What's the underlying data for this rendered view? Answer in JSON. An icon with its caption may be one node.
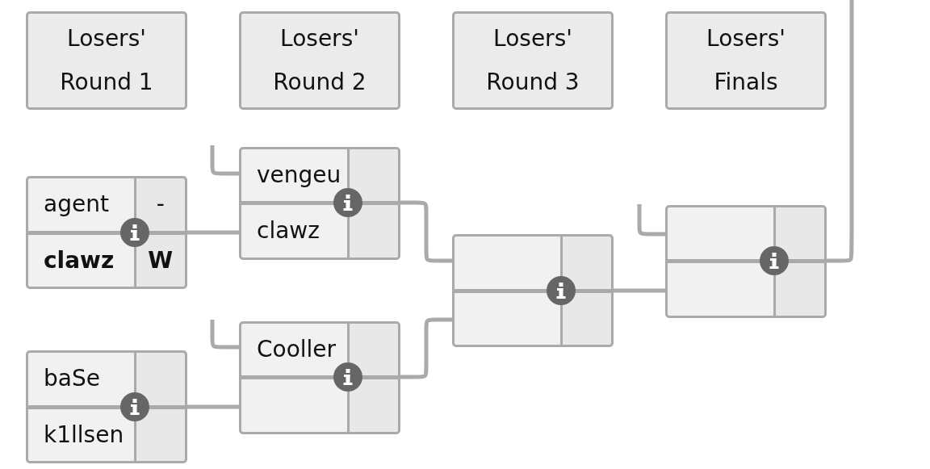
{
  "diagram": {
    "nodes": [
      {
        "text": [
          "Losers' Round 1"
        ]
      },
      {
        "text": [
          "Losers' Round 2"
        ]
      },
      {
        "text": [
          "Losers' Round 3"
        ]
      },
      {
        "text": [
          "Losers' Finals"
        ]
      },
      {
        "text": [
          "agent",
          "-",
          "**clawz**",
          "**W**"
        ]
      },
      {
        "text": [
          "baSe",
          "k1llsen"
        ]
      },
      {
        "text": [
          "vengeu",
          "clawz"
        ]
      },
      {
        "text": [
          "Cooller"
        ]
      },
      {
        "text": [],
        "shape": "box"
      },
      {
        "text": [],
        "shape": "box"
      }
    ],
    "edges": [
      {
        "from": 4,
        "to": 6,
        "arrow": "none"
      },
      {
        "from": null,
        "to": 6,
        "arrow": "none"
      },
      {
        "from": 5,
        "to": 7,
        "arrow": "none"
      },
      {
        "from": null,
        "to": 7,
        "arrow": "none"
      },
      {
        "from": 6,
        "to": 8,
        "arrow": "none"
      },
      {
        "from": 7,
        "to": 8,
        "arrow": "none"
      },
      {
        "from": 8,
        "to": 9,
        "arrow": "none"
      },
      {
        "from": null,
        "to": 9,
        "arrow": "none"
      },
      {
        "from": 9,
        "to": null,
        "arrow": "none"
      }
    ]
  }
}
